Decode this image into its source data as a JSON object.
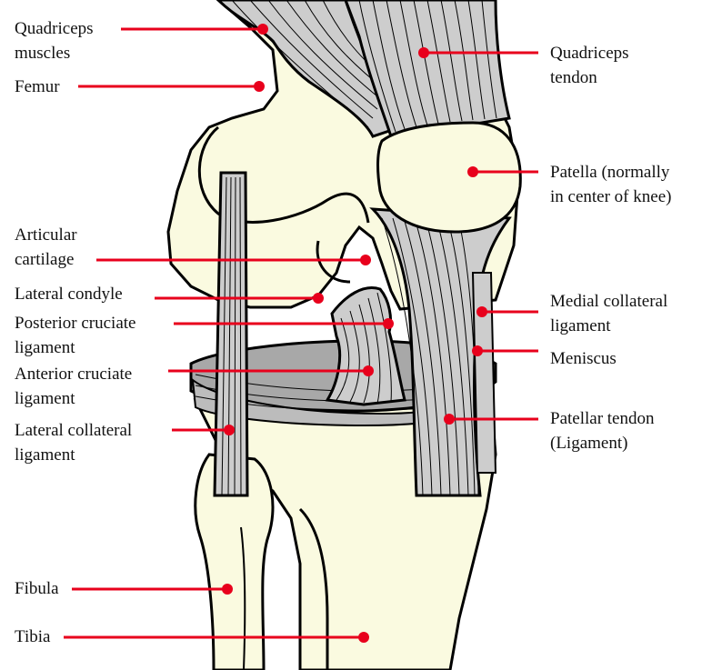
{
  "title": "",
  "labels_left": [
    {
      "id": "quadriceps-muscles",
      "text": "Quadriceps\nmuscles"
    },
    {
      "id": "femur",
      "text": "Femur"
    },
    {
      "id": "articular-cartilage",
      "text": "Articular\ncartilage"
    },
    {
      "id": "lateral-condyle",
      "text": "Lateral condyle"
    },
    {
      "id": "posterior-cruciate-ligament",
      "text": "Posterior cruciate\nligament"
    },
    {
      "id": "anterior-cruciate-ligament",
      "text": "Anterior cruciate\nligament"
    },
    {
      "id": "lateral-collateral-ligament",
      "text": "Lateral collateral\nligament"
    },
    {
      "id": "fibula",
      "text": "Fibula"
    },
    {
      "id": "tibia",
      "text": "Tibia"
    }
  ],
  "labels_right": [
    {
      "id": "quadriceps-tendon",
      "text": "Quadriceps\ntendon"
    },
    {
      "id": "patella",
      "text": "Patella (normally\nin center of knee)"
    },
    {
      "id": "medial-collateral-ligament",
      "text": "Medial collateral\nligament"
    },
    {
      "id": "meniscus",
      "text": "Meniscus"
    },
    {
      "id": "patellar-tendon",
      "text": "Patellar tendon\n(Ligament)"
    }
  ],
  "colors": {
    "bone": "#fafae0",
    "tissue": "#cdcdcd",
    "meniscus": "#a8a8a8",
    "outline": "#000000",
    "pointer": "#e8001c"
  }
}
